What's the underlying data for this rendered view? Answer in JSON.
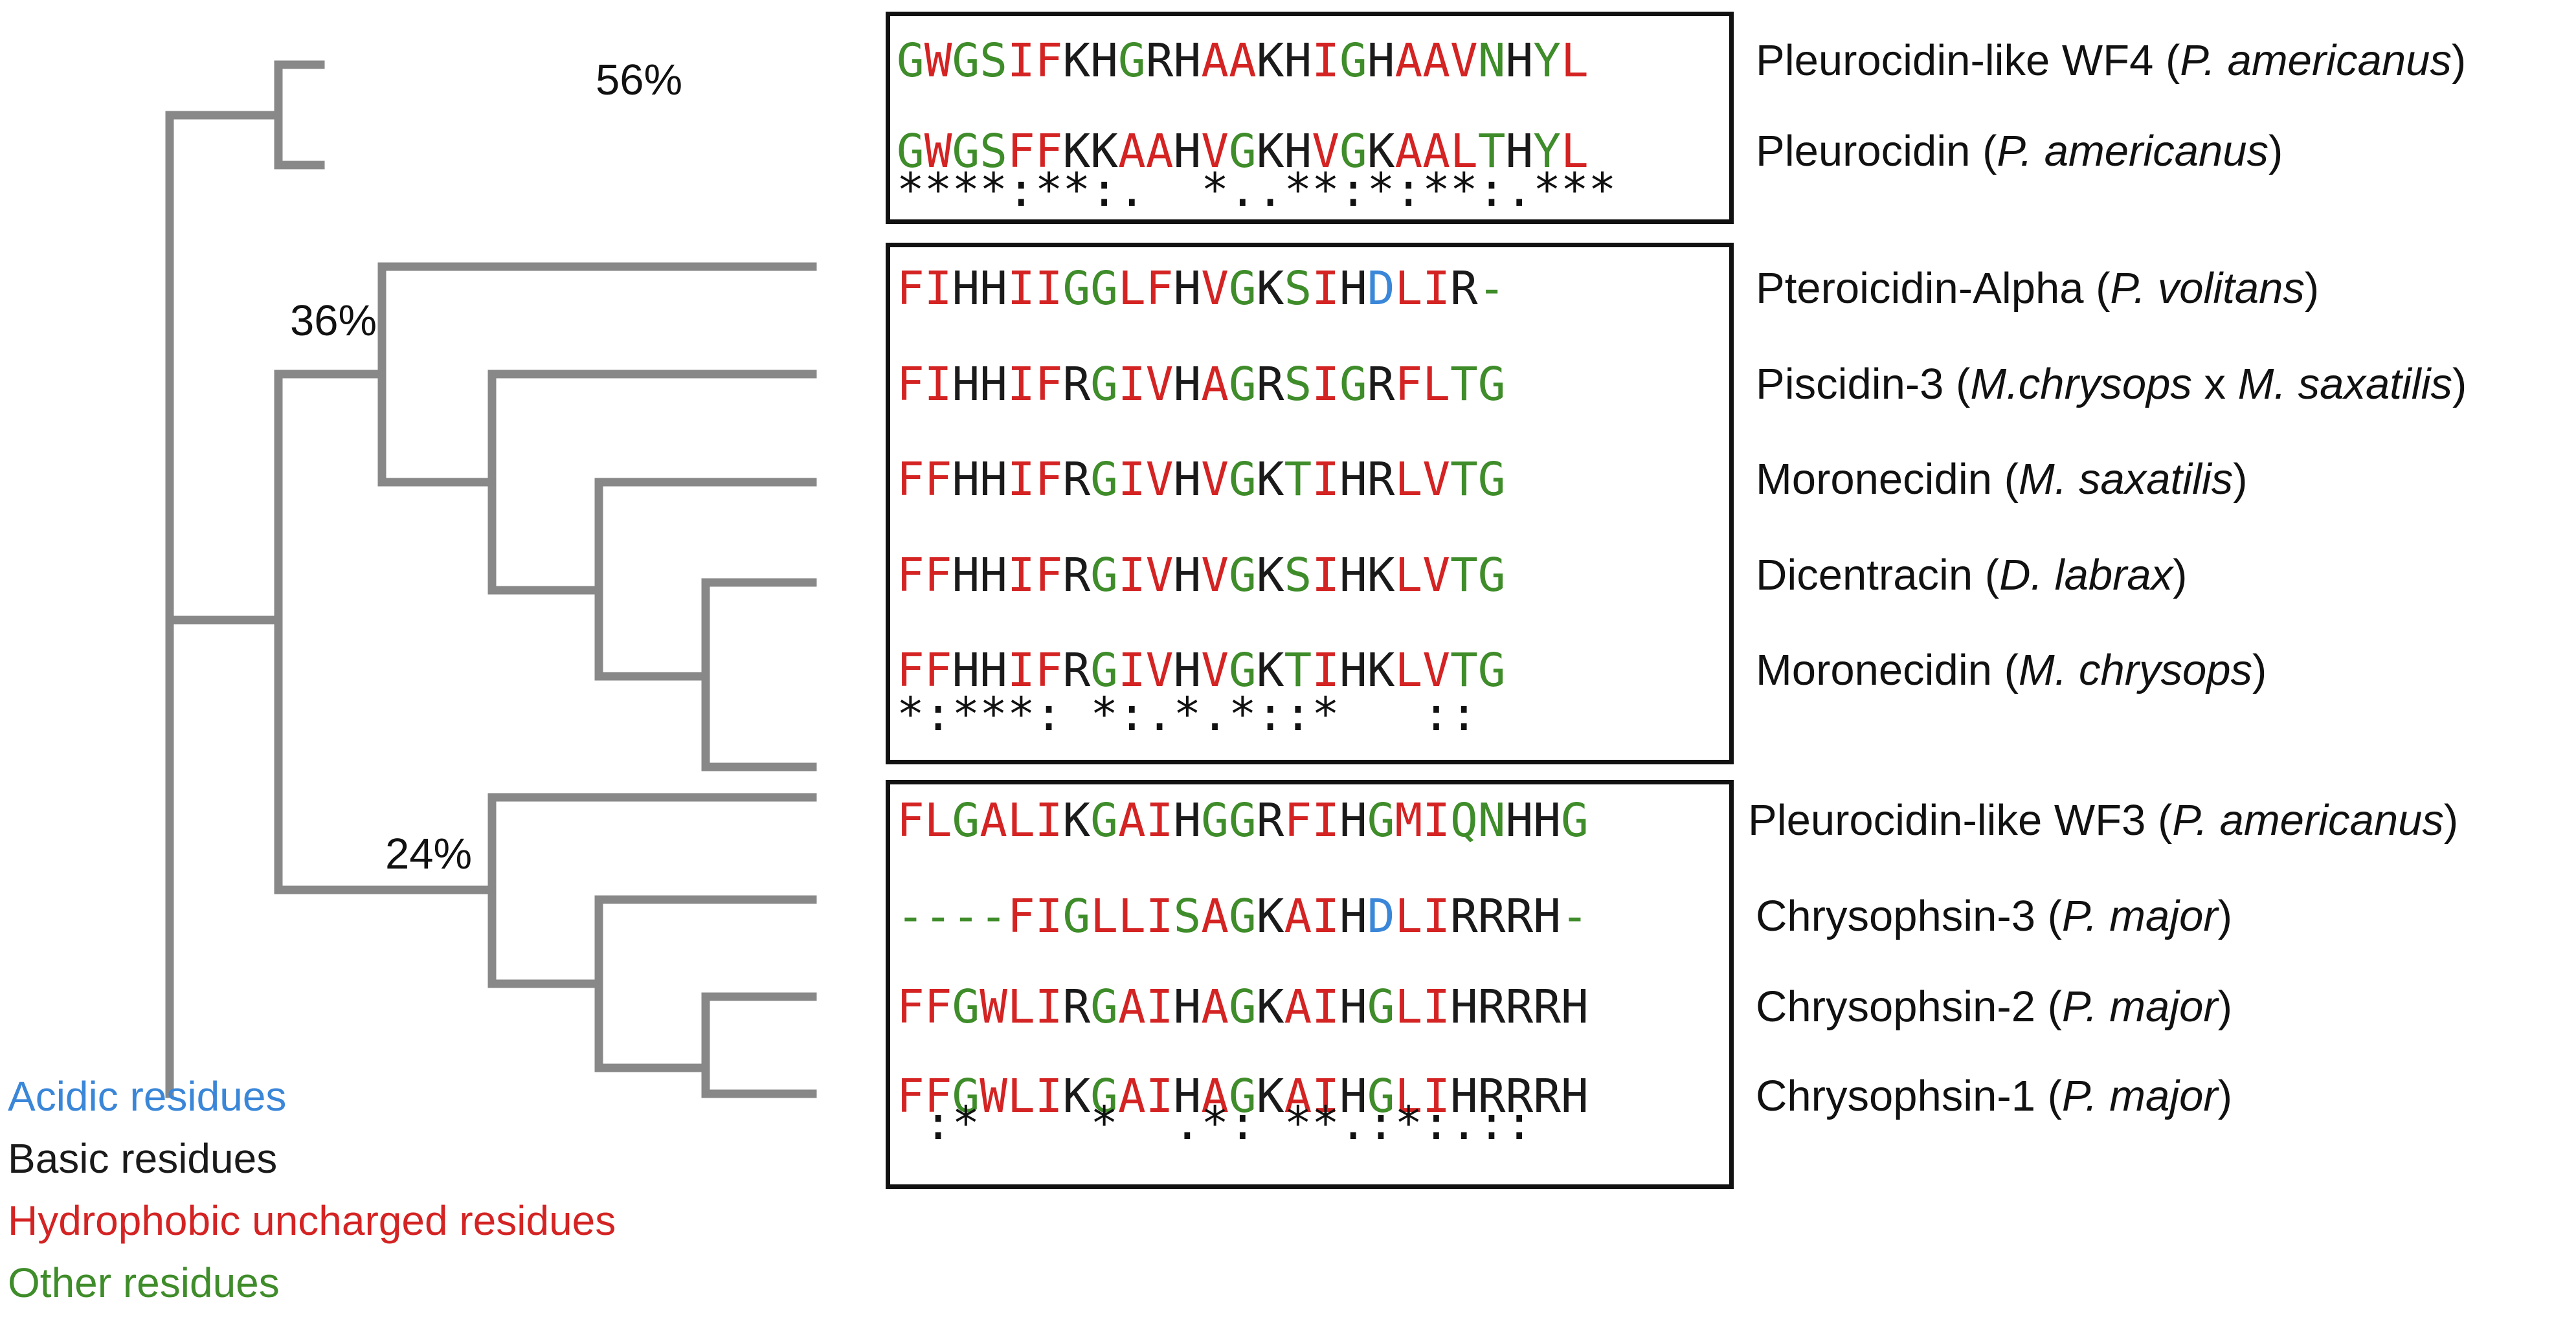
{
  "colors": {
    "acidic": "#3a86d8",
    "basic": "#1a1a1a",
    "hydrophobic": "#d42323",
    "other": "#3f8c2a"
  },
  "tree": {
    "support_values": [
      "56%",
      "36%",
      "24%"
    ]
  },
  "groups": [
    {
      "rows": [
        {
          "seq": "GWGSIFKHGRHAAKHIGHAAVNHYL",
          "label_main": "Pleurocidin-like WF4 (",
          "label_species": "P. americanus",
          "label_end": ")"
        },
        {
          "seq": "GWGSFFKKAAHVGKHVGKAALTHYL",
          "label_main": "Pleurocidin (",
          "label_species": "P. americanus",
          "label_end": ")"
        }
      ],
      "consensus": "****:**:.  *..**:*:**:.***"
    },
    {
      "rows": [
        {
          "seq": "FIHHIIGGLFHVGKSIHDLIR-",
          "label_main": "Pteroicidin-Alpha (",
          "label_species": "P. volitans",
          "label_end": ")"
        },
        {
          "seq": "FIHHIFRGIVHAGRSIGRFLTG",
          "label_main": "Piscidin-3  (",
          "label_species": "M.chrysops",
          "label_mid": " x ",
          "label_species2": "M. saxatilis",
          "label_end": ")"
        },
        {
          "seq": "FFHHIFRGIVHVGKTIHRLVTG",
          "label_main": "Moronecidin (",
          "label_species": "M. saxatilis",
          "label_end": ")"
        },
        {
          "seq": "FFHHIFRGIVHVGKSIHKLVTG",
          "label_main": "Dicentracin (",
          "label_species": "D. labrax",
          "label_end": ")"
        },
        {
          "seq": "FFHHIFRGIVHVGKTIHKLVTG",
          "label_main": "Moronecidin (",
          "label_species": "M. chrysops",
          "label_end": ")"
        }
      ],
      "consensus": "*:***: *:.*.*::*   ::"
    },
    {
      "rows": [
        {
          "seq": "FLGALIKGAIHGGRFIHGMIQNHHG",
          "label_main": "Pleurocidin-like WF3 (",
          "label_species": "P. americanus",
          "label_end": ")"
        },
        {
          "seq": "----FIGLLISAGKAIHDLIRRRH-",
          "label_main": "Chrysophsin-3 (",
          "label_species": "P. major",
          "label_end": ")"
        },
        {
          "seq": "FFGWLIRGAIHAGKAIHGLIHRRRH",
          "label_main": "Chrysophsin-2 (",
          "label_species": "P. major",
          "label_end": ")"
        },
        {
          "seq": "FFGWLIKGAIHAGKAIHGLIHRRRH",
          "label_main": "Chrysophsin-1 (",
          "label_species": "P. major",
          "label_end": ")"
        }
      ],
      "consensus": " :*    *  .*: **.:*:.::"
    }
  ],
  "legend": [
    {
      "text": "Acidic residues",
      "class": "acidic"
    },
    {
      "text": "Basic residues",
      "class": "basic"
    },
    {
      "text": "Hydrophobic uncharged residues",
      "class": "hydrophobic"
    },
    {
      "text": "Other residues",
      "class": "other"
    }
  ]
}
